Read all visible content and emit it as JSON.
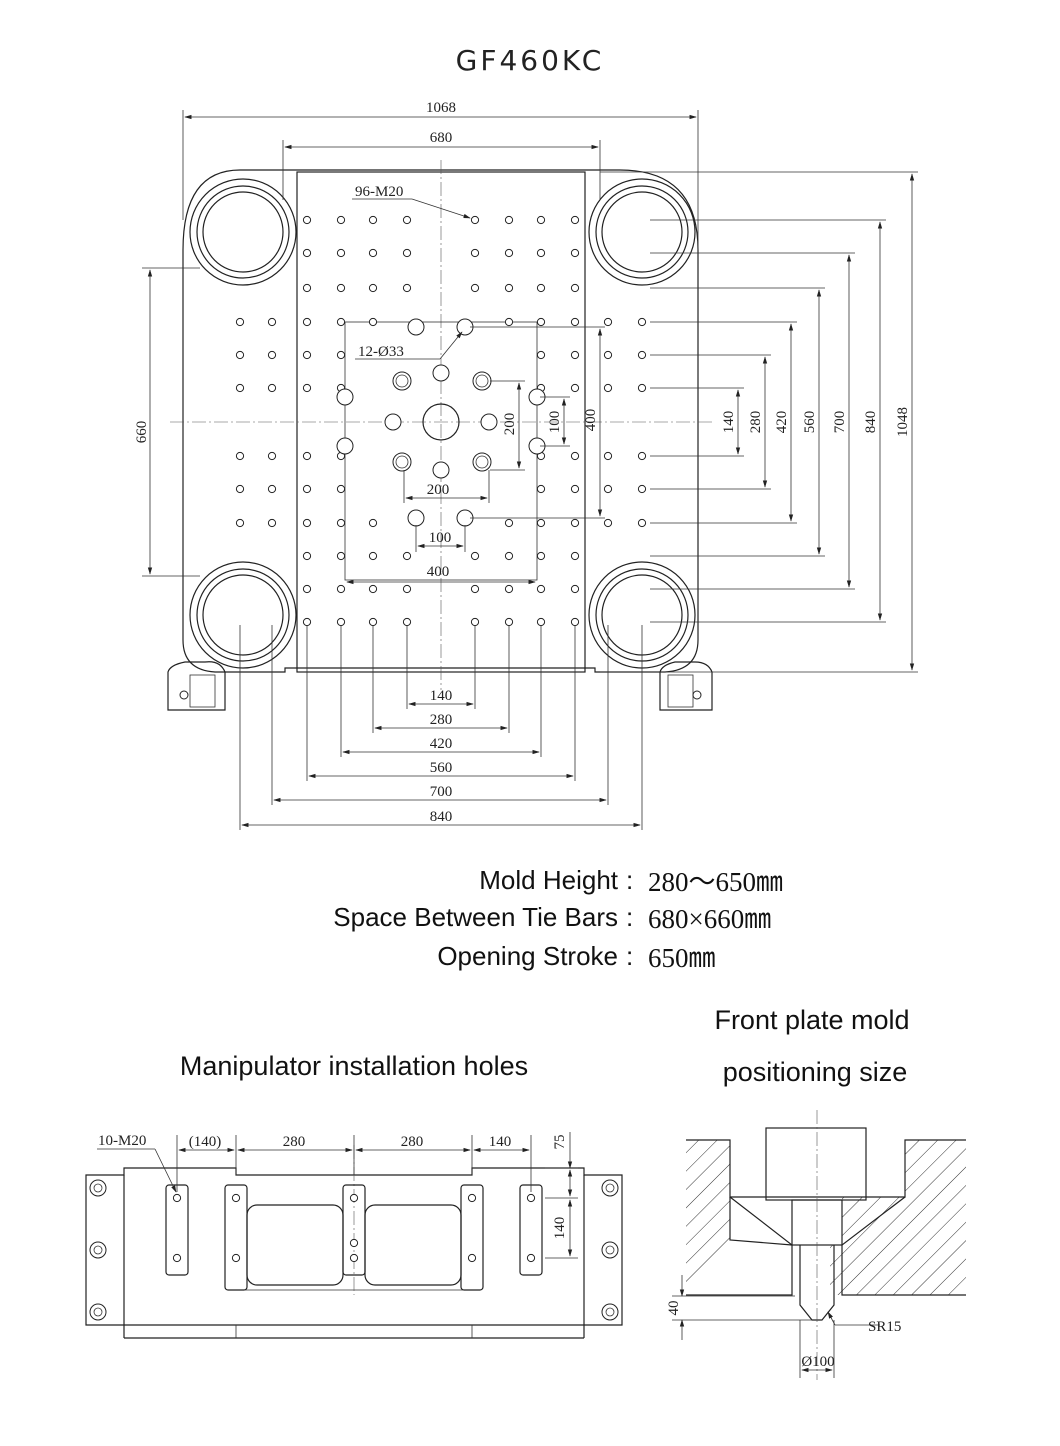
{
  "title": "GF460KC",
  "platen": {
    "dims_top": [
      "1068",
      "680"
    ],
    "thread_note": "96-M20",
    "hole_note": "12-Ø33",
    "dims_right": [
      "1048",
      "840",
      "700",
      "560",
      "420",
      "280",
      "140"
    ],
    "dims_left": [
      "660"
    ],
    "dims_center_v": [
      "200",
      "100",
      "400"
    ],
    "dims_center_h": [
      "200",
      "100",
      "400"
    ],
    "dims_bottom": [
      "140",
      "280",
      "420",
      "560",
      "700",
      "840"
    ]
  },
  "specs": [
    {
      "label": "Mold Height",
      "sep": ":",
      "value": "280～650㎜"
    },
    {
      "label": "Space Between Tie Bars",
      "sep": ":",
      "value": "680×660㎜"
    },
    {
      "label": "Opening Stroke",
      "sep": ":",
      "value": "650㎜"
    }
  ],
  "manipulator": {
    "heading": "Manipulator installation holes",
    "note": "10-M20",
    "dims": [
      "(140)",
      "280",
      "280",
      "140",
      "75",
      "140"
    ]
  },
  "front_plate": {
    "heading_line1": "Front plate mold",
    "heading_line2": "positioning size",
    "dims": [
      "40",
      "SR15",
      "Ø100"
    ]
  }
}
